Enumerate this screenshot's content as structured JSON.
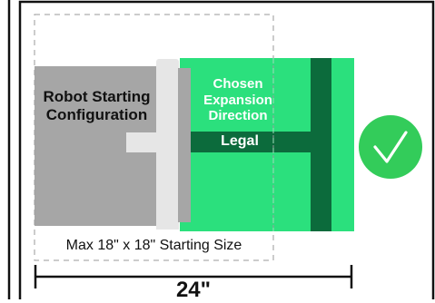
{
  "diagram": {
    "robot_label": "Robot Starting Configuration",
    "expansion_label": "Chosen Expansion Direction",
    "legal_label": "Legal",
    "size_caption": "Max 18\" x 18\" Starting Size",
    "dimension_label": "24\"",
    "status": "legal",
    "colors": {
      "robot_gray": "#a6a6a6",
      "bumper_light": "#e6e6e6",
      "expansion_green": "#2be07d",
      "bar_dark_green": "#0c6b3c",
      "check_green": "#33cc5a",
      "frame_black": "#111111"
    },
    "icons": [
      "checkmark-icon"
    ]
  }
}
